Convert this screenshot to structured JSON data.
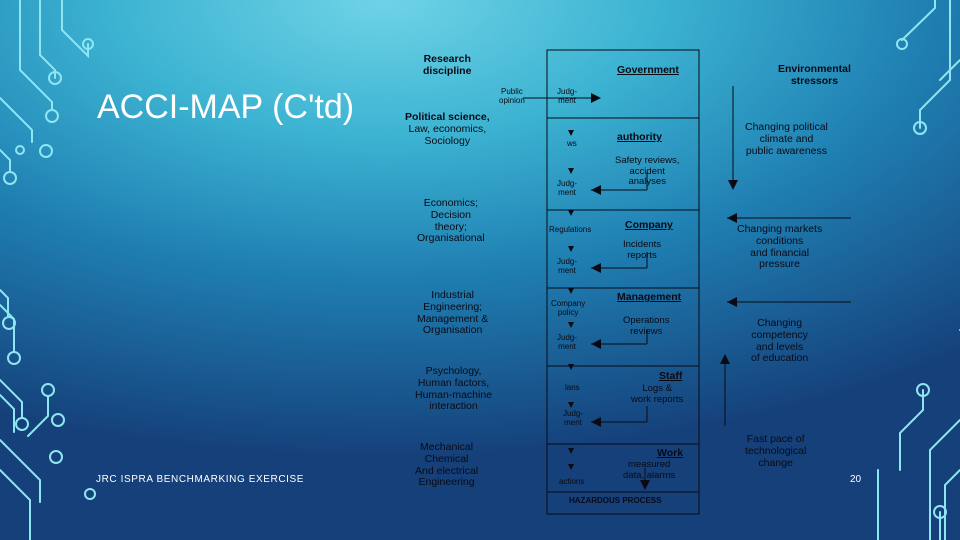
{
  "slide": {
    "title": "ACCI-MAP (C'td)",
    "footer": "JRC ISPRA BENCHMARKING EXERCISE",
    "page_number": "20"
  },
  "diagram": {
    "research_header": [
      "Research",
      "discipline"
    ],
    "disciplines": [
      [
        "Political science,",
        "Law, economics,",
        "Sociology"
      ],
      [
        "Economics;",
        "Decision",
        "theory;",
        "Organisational"
      ],
      [
        "Industrial",
        "Engineering;",
        "Management &",
        "Organisation"
      ],
      [
        "Psychology,",
        "Human factors,",
        "Human-machine",
        "interaction"
      ],
      [
        "Mechanical",
        "Chemical",
        "And electrical",
        "Engineering"
      ]
    ],
    "level_titles": [
      "Government",
      "authority",
      "Company",
      "Management",
      "Staff",
      "Work"
    ],
    "level_notes": [
      [
        "Safety reviews,",
        "accident",
        "analyses"
      ],
      [
        "Incidents",
        "reports"
      ],
      [
        "Operations",
        "reviews"
      ],
      [
        "Logs &",
        "work reports"
      ],
      [
        "measured",
        "data, alarms"
      ]
    ],
    "flow_labels": {
      "public_opinion": [
        "Public",
        "opinion"
      ],
      "judgment_top": [
        "Judg-",
        "ment"
      ],
      "laws": "ws",
      "judgment": [
        "Judg-",
        "ment"
      ],
      "regulations": "Regulations",
      "company_policy": [
        "Company",
        "policy"
      ],
      "plans": "lans",
      "judgment_staff": [
        "Judg-",
        "ment"
      ],
      "actions": "actions"
    },
    "bottom_label": "HAZARDOUS PROCESS",
    "stressors_header": [
      "Environmental",
      "stressors"
    ],
    "stressors": [
      [
        "Changing political",
        "climate and",
        "public awareness"
      ],
      [
        "Changing markets",
        "conditions",
        "and financial",
        "pressure"
      ],
      [
        "Changing",
        "competency",
        "and levels",
        "of education"
      ],
      [
        "Fast pace of",
        "technological",
        "change"
      ]
    ]
  }
}
